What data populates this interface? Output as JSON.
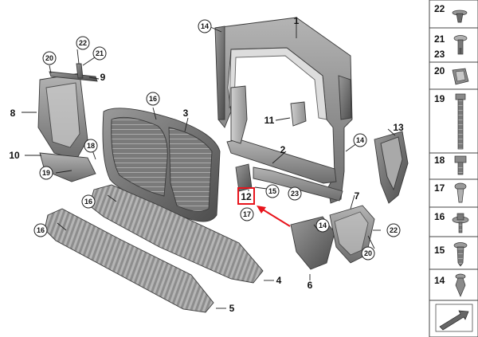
{
  "parts": {
    "p1": "1",
    "p2": "2",
    "p3": "3",
    "p4": "4",
    "p5": "5",
    "p6": "6",
    "p7": "7",
    "p8": "8",
    "p9": "9",
    "p10": "10",
    "p11": "11",
    "p12": "12",
    "p13": "13"
  },
  "callouts": {
    "c14a": "14",
    "c14b": "14",
    "c14c": "14",
    "c15": "15",
    "c16a": "16",
    "c16b": "16",
    "c16c": "16",
    "c17": "17",
    "c18": "18",
    "c19": "19",
    "c20a": "20",
    "c20b": "20",
    "c21": "21",
    "c22a": "22",
    "c22b": "22",
    "c23": "23"
  },
  "legend": {
    "row22": "22",
    "row21": "21",
    "row23": "23",
    "row20": "20",
    "row19": "19",
    "row18": "18",
    "row17": "17",
    "row16": "16",
    "row15": "15",
    "row14": "14"
  },
  "highlight_color": "#e8141c",
  "part_fill": "#8a8a8a"
}
